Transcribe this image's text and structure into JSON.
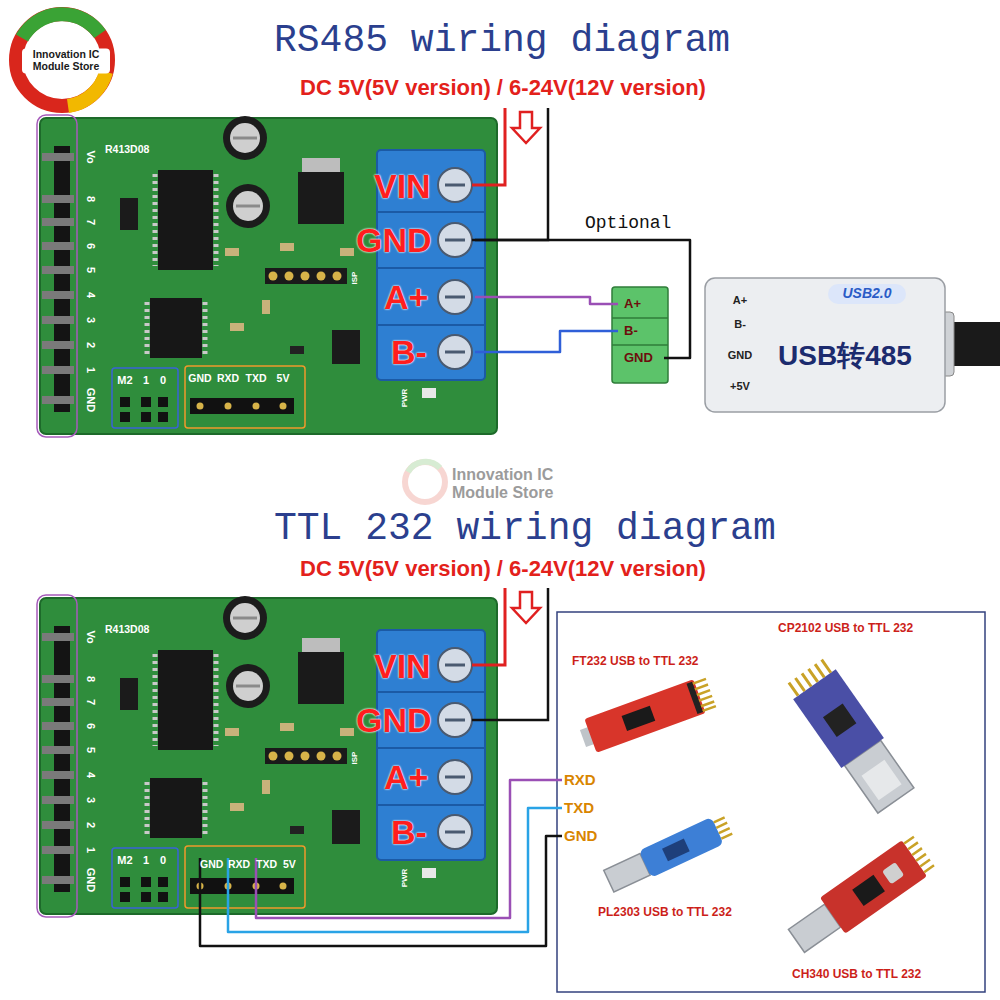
{
  "diagram": {
    "nodes": [
      {
        "text": [
          "R413D08"
        ]
      },
      {
        "text": [
          "VIN"
        ],
        "in": 0
      },
      {
        "text": [
          "GND"
        ],
        "in": 0
      },
      {
        "text": [
          "A+"
        ],
        "in": 0
      },
      {
        "text": [
          "B-"
        ],
        "in": 0
      },
      {
        "text": [
          "A+"
        ]
      },
      {
        "text": [
          "B-"
        ]
      },
      {
        "text": [
          "GND"
        ]
      },
      {
        "text": [
          "USB2.0",
          "USB转485",
          "A+",
          "B-",
          "GND",
          "+5V"
        ]
      },
      {
        "text": [
          "R413D08"
        ]
      },
      {
        "text": [
          "VIN"
        ],
        "in": 9
      },
      {
        "text": [
          "GND"
        ],
        "in": 9
      },
      {
        "text": [
          "A+"
        ],
        "in": 9
      },
      {
        "text": [
          "B-"
        ],
        "in": 9
      },
      {
        "text": [
          "GND"
        ],
        "in": 9
      },
      {
        "text": [
          "RXD"
        ],
        "in": 9
      },
      {
        "text": [
          "TXD"
        ],
        "in": 9
      },
      {
        "text": [
          "5V"
        ],
        "in": 9
      },
      {
        "text": [
          "RXD"
        ]
      },
      {
        "text": [
          "TXD"
        ]
      },
      {
        "text": [
          "GND"
        ]
      }
    ],
    "edges": [
      {
        "from": 3,
        "to": 5,
        "arrow": "none"
      },
      {
        "from": 4,
        "to": 6,
        "arrow": "none"
      },
      {
        "from": 2,
        "to": 7,
        "label": "Optional",
        "arrow": "none"
      },
      {
        "from": 16,
        "to": 18,
        "arrow": "none"
      },
      {
        "from": 15,
        "to": 19,
        "arrow": "none"
      },
      {
        "from": 14,
        "to": 20,
        "arrow": "none"
      }
    ],
    "labels": [
      "Innovation IC Module Store",
      "RS485 wiring diagram",
      "DC 5V(5V version) / 6-24V(12V version)",
      "Vo",
      "8",
      "7",
      "6",
      "5",
      "4",
      "3",
      "2",
      "1",
      "GND",
      "M2",
      "1",
      "0",
      "GND",
      "RXD",
      "TXD",
      "5V",
      "ISP",
      "PWR",
      "Innovation IC Module Store",
      "TTL 232 wiring diagram",
      "DC 5V(5V version) / 6-24V(12V version)",
      "Vo",
      "8",
      "7",
      "6",
      "5",
      "4",
      "3",
      "2",
      "1",
      "GND",
      "M2",
      "1",
      "0",
      "ISP",
      "PWR",
      "FT232 USB to TTL 232",
      "CP2102 USB to TTL 232",
      "PL2303 USB to TTL 232",
      "CH340 USB to TTL 232"
    ]
  }
}
